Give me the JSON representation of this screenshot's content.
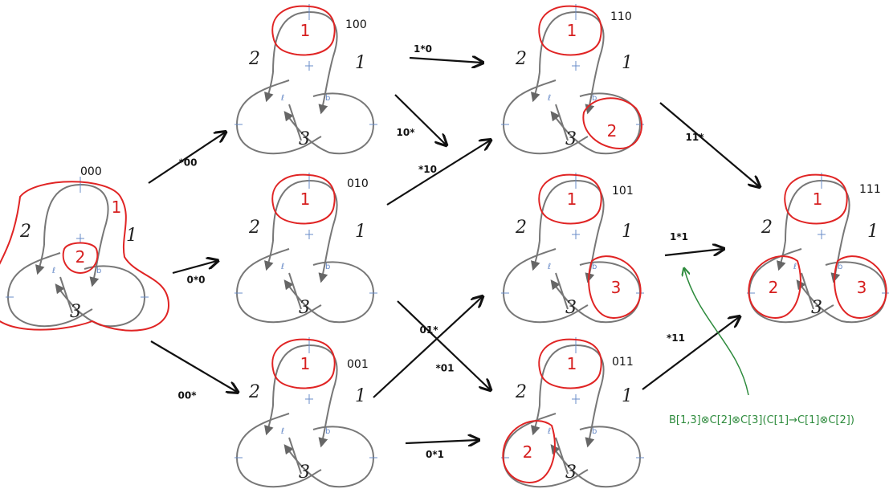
{
  "knots": [
    {
      "id": "k000",
      "state": "000",
      "circles": [
        {
          "label": "1",
          "region": "top-right"
        },
        {
          "label": "2",
          "region": "center"
        }
      ]
    },
    {
      "id": "k100",
      "state": "100",
      "circles": [
        {
          "label": "1",
          "region": "top"
        }
      ]
    },
    {
      "id": "k010",
      "state": "010",
      "circles": [
        {
          "label": "1",
          "region": "top"
        }
      ]
    },
    {
      "id": "k001",
      "state": "001",
      "circles": [
        {
          "label": "1",
          "region": "top"
        }
      ]
    },
    {
      "id": "k110",
      "state": "110",
      "circles": [
        {
          "label": "1",
          "region": "top"
        },
        {
          "label": "2",
          "region": "bottom-right"
        }
      ]
    },
    {
      "id": "k101",
      "state": "101",
      "circles": [
        {
          "label": "1",
          "region": "top"
        },
        {
          "label": "3",
          "region": "right"
        }
      ]
    },
    {
      "id": "k011",
      "state": "011",
      "circles": [
        {
          "label": "1",
          "region": "top"
        },
        {
          "label": "2",
          "region": "left"
        }
      ]
    },
    {
      "id": "k111",
      "state": "111",
      "circles": [
        {
          "label": "1",
          "region": "top"
        },
        {
          "label": "2",
          "region": "left"
        },
        {
          "label": "3",
          "region": "right"
        }
      ]
    }
  ],
  "crossing_labels": {
    "left": "2",
    "right": "1",
    "bottom": "3"
  },
  "edges": [
    {
      "from": "k000",
      "to": "k100",
      "label": "*00"
    },
    {
      "from": "k000",
      "to": "k010",
      "label": "0*0"
    },
    {
      "from": "k000",
      "to": "k001",
      "label": "00*"
    },
    {
      "from": "k100",
      "to": "k110",
      "label": "1*0"
    },
    {
      "from": "k100",
      "to": "k101",
      "label": "10*"
    },
    {
      "from": "k010",
      "to": "k110",
      "label": "*10"
    },
    {
      "from": "k010",
      "to": "k011",
      "label": "01*"
    },
    {
      "from": "k001",
      "to": "k101",
      "label": "*01"
    },
    {
      "from": "k001",
      "to": "k011",
      "label": "0*1"
    },
    {
      "from": "k110",
      "to": "k111",
      "label": "11*"
    },
    {
      "from": "k101",
      "to": "k111",
      "label": "1*1"
    },
    {
      "from": "k011",
      "to": "k111",
      "label": "*11"
    }
  ],
  "annotation": {
    "text": "B[1,3]⊗C[2]⊗C[3](C[1]→C[1]⊗C[2])"
  }
}
